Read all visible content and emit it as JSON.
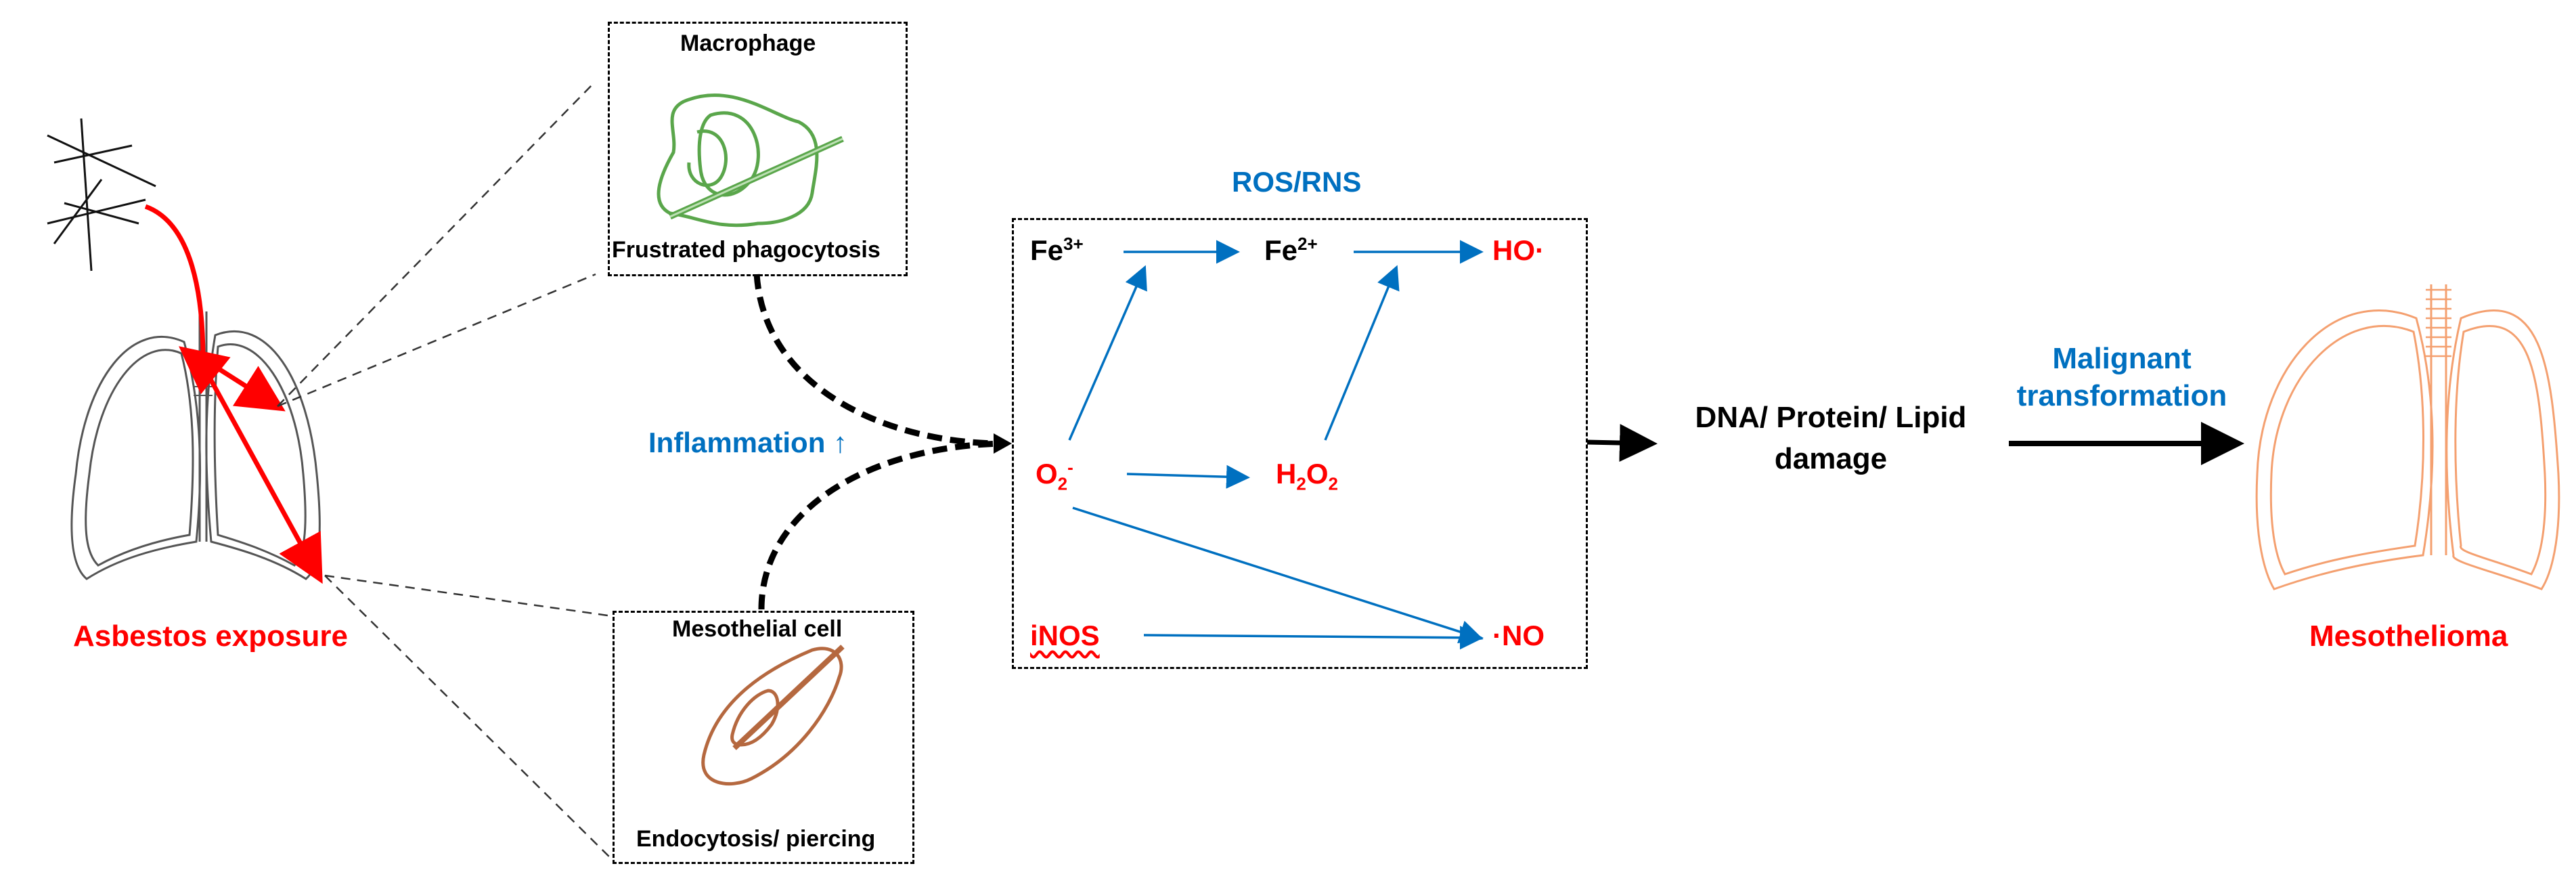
{
  "labels": {
    "asbestos_exposure": "Asbestos exposure",
    "macrophage": "Macrophage",
    "frustrated_phagocytosis": "Frustrated phagocytosis",
    "mesothelial_cell": "Mesothelial cell",
    "endocytosis_piercing": "Endocytosis/ piercing",
    "inflammation": "Inflammation",
    "inflammation_arrow": "↑",
    "ros_rns": "ROS/RNS",
    "damage_line1": "DNA/ Protein/ Lipid",
    "damage_line2": "damage",
    "malignant_line1": "Malignant",
    "malignant_line2": "transformation",
    "mesothelioma": "Mesothelioma"
  },
  "species": {
    "fe3_base": "Fe",
    "fe3_sup": "3+",
    "fe2_base": "Fe",
    "fe2_sup": "2+",
    "ho": "HO·",
    "o2_base": "O",
    "o2_sub": "2",
    "o2_sup": "-",
    "h2o2_a": "H",
    "h2o2_sub1": "2",
    "h2o2_b": "O",
    "h2o2_sub2": "2",
    "inos": "iNOS",
    "no": "·NO"
  },
  "colors": {
    "exposure_red": "#ff0000",
    "process_blue": "#0070c0",
    "macrophage_green": "#5aa64b",
    "mesothelial_brown": "#b5683f",
    "mesothelioma_orange": "#f4a070",
    "lung_gray": "#555555"
  },
  "icons": [
    "asbestos-fibers-icon",
    "healthy-lung-icon",
    "macrophage-cell-icon",
    "mesothelial-cell-icon",
    "mesothelioma-lung-icon"
  ]
}
